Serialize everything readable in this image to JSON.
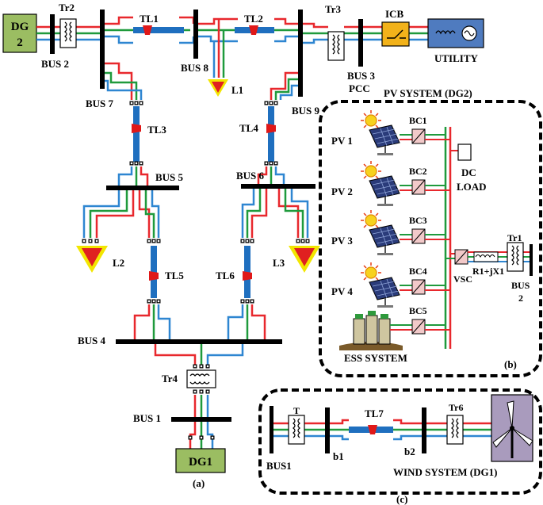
{
  "colors": {
    "red": "#e8282d",
    "green": "#1f9a3c",
    "blue": "#2e86d1",
    "line": "#1f6fbf",
    "bus": "#000000",
    "dg_fill": "#9bbd62",
    "icb_fill": "#f2b21a",
    "utility_fill": "#4f7bbf",
    "load_fill": "#e02020",
    "load_border": "#f2e600",
    "wind_fill": "#a99bbd",
    "tl_marker": "#e01818"
  },
  "grid": {
    "dg2": {
      "line1": "DG",
      "line2": "2"
    },
    "dg1": "DG1",
    "tr2": "Tr2",
    "tr3": "Tr3",
    "tr4": "Tr4",
    "icb": "ICB",
    "utility": "UTILITY",
    "tl1": "TL1",
    "tl2": "TL2",
    "tl3": "TL3",
    "tl4": "TL4",
    "tl5": "TL5",
    "tl6": "TL6",
    "bus1": "BUS 1",
    "bus2": "BUS 2",
    "bus3": "BUS 3",
    "pcc": "PCC",
    "bus4": "BUS 4",
    "bus5": "BUS 5",
    "bus6": "BUS 6",
    "bus7": "BUS 7",
    "bus8": "BUS 8",
    "bus9": "BUS 9",
    "l1": "L1",
    "l2": "L2",
    "l3": "L3",
    "caption": "(a)"
  },
  "pv": {
    "title": "PV SYSTEM (DG2)",
    "pv_labels": [
      "PV 1",
      "PV 2",
      "PV 3",
      "PV 4"
    ],
    "bc_labels": [
      "BC1",
      "BC2",
      "BC3",
      "BC4",
      "BC5"
    ],
    "dc": "DC",
    "load": "LOAD",
    "vsc": "VSC",
    "impedance": "R1+jX1",
    "tr1": "Tr1",
    "bus": "BUS",
    "bus_num": "2",
    "ess": "ESS SYSTEM",
    "caption": "(b)"
  },
  "wind": {
    "bus1": "BUS1",
    "t": "T",
    "b1": "b1",
    "tl7": "TL7",
    "b2": "b2",
    "tr6": "Tr6",
    "title": "WIND SYSTEM (DG1)",
    "caption": "(c)"
  }
}
